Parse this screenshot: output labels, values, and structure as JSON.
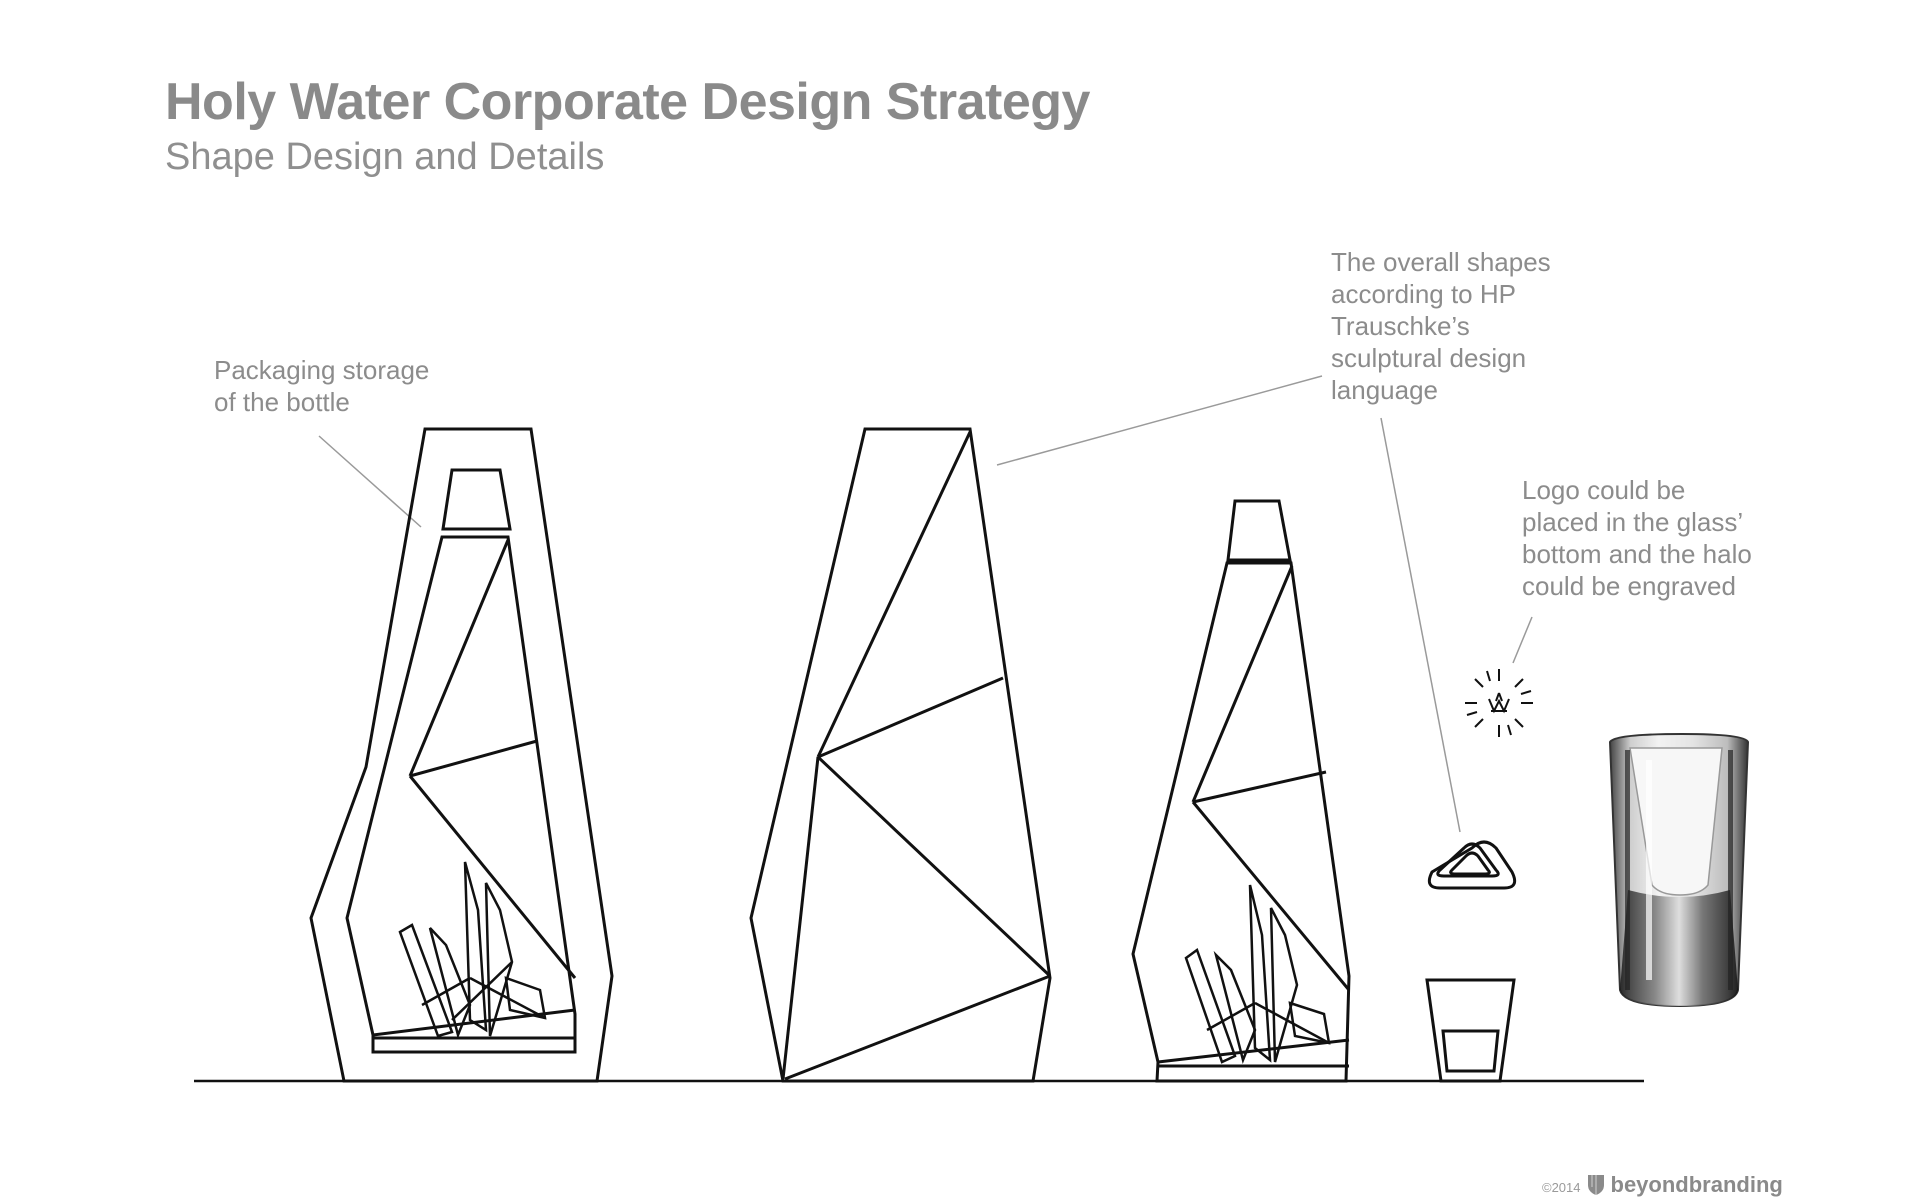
{
  "header": {
    "title": "Holy Water Corporate Design Strategy",
    "subtitle": "Shape Design and Details"
  },
  "annotations": {
    "packaging": [
      "Packaging storage",
      "of the bottle"
    ],
    "shapes": [
      "The overall shapes",
      "according to HP",
      "Trauschke’s",
      "sculptural design",
      "language"
    ],
    "logo": [
      "Logo could be",
      "placed in the glass’",
      "bottom and the halo",
      "could be engraved"
    ]
  },
  "footer": {
    "copyright": "©2014",
    "brand": "beyondbranding",
    "logo_icon": "shield-icon"
  },
  "colors": {
    "title": "#8a8a8a",
    "annotation_text": "#8c8c8c",
    "leader_line": "#9a9a9a",
    "drawing_stroke": "#111111"
  },
  "elements": [
    "packaging-with-bottle",
    "bottle-closed",
    "bottle-with-crystals",
    "glass-side-view",
    "glass-top-view",
    "halo-logo",
    "glass-photo"
  ]
}
